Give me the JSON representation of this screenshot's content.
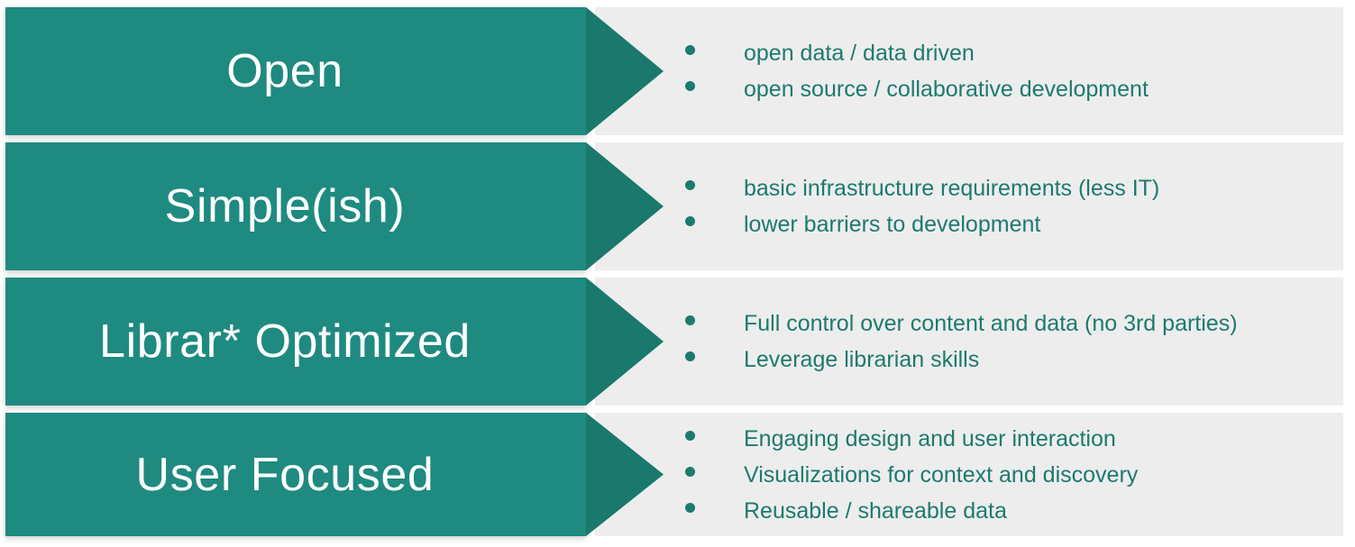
{
  "theme": {
    "arrow_body_color": "#1f8a80",
    "arrow_head_color": "#1a786c",
    "panel_color": "#ededed",
    "text_color": "#1d7a6e",
    "label_color": "#ffffff",
    "page_background": "#ffffff"
  },
  "rows": [
    {
      "label": "Open",
      "bullets": [
        "open data / data driven",
        "open source / collaborative development"
      ]
    },
    {
      "label": "Simple(ish)",
      "bullets": [
        "basic infrastructure requirements (less IT)",
        "lower barriers to development"
      ]
    },
    {
      "label": "Librar* Optimized",
      "bullets": [
        "Full control over content and data (no 3rd parties)",
        "Leverage librarian skills"
      ]
    },
    {
      "label": "User Focused",
      "bullets": [
        "Engaging design and user interaction",
        "Visualizations for context and discovery",
        "Reusable / shareable data"
      ]
    }
  ]
}
